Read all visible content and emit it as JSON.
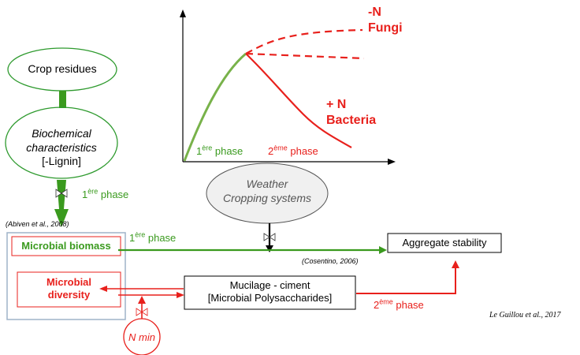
{
  "nodes": {
    "crop_residues": "Crop residues",
    "biochem_line1": "Biochemical",
    "biochem_line2": "characteristics",
    "biochem_line3": "[-Lignin]",
    "weather_line1": "Weather",
    "weather_line2": "Cropping systems",
    "microbial_biomass": "Microbial biomass",
    "microbial_diversity_line1": "Microbial",
    "microbial_diversity_line2": "diversity",
    "mucilage_line1": "Mucilage - ciment",
    "mucilage_line2": "[Microbial Polysaccharides]",
    "aggregate_stability": "Aggregate stability",
    "n_min": "N min"
  },
  "labels": {
    "phase1_prefix": "1",
    "phase1_sup": "ère",
    "phase1_suffix": " phase",
    "phase2_prefix": "2",
    "phase2_sup": "ème",
    "phase2_suffix": " phase",
    "minus_n": "-N",
    "fungi": "Fungi",
    "plus_n": "+ N",
    "bacteria": "Bacteria"
  },
  "citations": {
    "abiven": "(Abiven et al., 2008)",
    "cosentino": "(Cosentino, 2006)",
    "le_guillou": "Le Guillou et al., 2017"
  },
  "colors": {
    "green": "#3a9a1e",
    "green_curve": "#78b24a",
    "red": "#e8201c",
    "black": "#000000",
    "ellipse_stroke": "#2e9a2e",
    "gray_fill": "#f0f0f0",
    "blue_frame": "#9fb3c8"
  }
}
